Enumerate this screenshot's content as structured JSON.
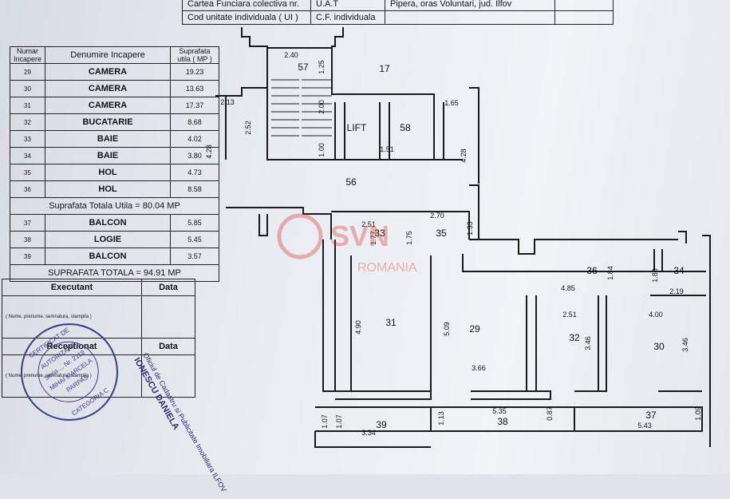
{
  "header": {
    "rows": [
      {
        "left": "Cartea Funciara colectiva nr.",
        "mid": "U.A.T",
        "right": "Pipera, oras Voluntari, jud. Ilfov"
      },
      {
        "left": "Cod unitate individuala ( UI )",
        "mid": "C.F. individuala",
        "right": ""
      }
    ]
  },
  "room_table": {
    "headers": {
      "number": "Numar Incapere",
      "name": "Denumire Incapere",
      "area": "Suprafata utila ( MP )"
    },
    "rows": [
      {
        "number": "29",
        "name": "CAMERA",
        "area": "19.23"
      },
      {
        "number": "30",
        "name": "CAMERA",
        "area": "13.63"
      },
      {
        "number": "31",
        "name": "CAMERA",
        "area": "17.37"
      },
      {
        "number": "32",
        "name": "BUCATARIE",
        "area": "8.68"
      },
      {
        "number": "33",
        "name": "BAIE",
        "area": "4.02"
      },
      {
        "number": "34",
        "name": "BAIE",
        "area": "3.80"
      },
      {
        "number": "35",
        "name": "HOL",
        "area": "4.73"
      },
      {
        "number": "36",
        "name": "HOL",
        "area": "8.58"
      }
    ],
    "total_useful": "Suprafata Totala Utila = 80.04 MP",
    "extra_rows": [
      {
        "number": "37",
        "name": "BALCON",
        "area": "5.85"
      },
      {
        "number": "38",
        "name": "LOGIE",
        "area": "5.45"
      },
      {
        "number": "39",
        "name": "BALCON",
        "area": "3.57"
      }
    ],
    "total": "SUPRAFATA TOTALA = 94.91 MP"
  },
  "signatures": {
    "executant": "Executant",
    "executant_sub": "( Nume, prenume, semnatura, stampila )",
    "receptionat": "Receptionat",
    "receptionat_sub": "( Nume, prenume, semnatura, stampila )",
    "date_label": "Data"
  },
  "stamp": {
    "top": "CERTIFICAT DE",
    "line2": "AUTORIZARE",
    "line3": "Seria ... Nr. 2119",
    "line4": "MIHAI MARCELA",
    "line5": "PARPAS",
    "bottom": "CATEGORIA C",
    "side": "Oficiul de Cadastru si Publicitate Imobiliara ILFOV",
    "name": "IONESCU DANIELA"
  },
  "watermark": {
    "brand": "SVN",
    "sub": "ROMANIA"
  },
  "plan": {
    "rooms": [
      {
        "id": "57",
        "label": "57"
      },
      {
        "id": "17",
        "label": "17"
      },
      {
        "id": "lift",
        "label": "LIFT"
      },
      {
        "id": "58",
        "label": "58"
      },
      {
        "id": "56",
        "label": "56"
      },
      {
        "id": "33",
        "label": "33"
      },
      {
        "id": "35",
        "label": "35"
      },
      {
        "id": "36",
        "label": "36"
      },
      {
        "id": "34",
        "label": "34"
      },
      {
        "id": "31",
        "label": "31"
      },
      {
        "id": "29",
        "label": "29"
      },
      {
        "id": "32",
        "label": "32"
      },
      {
        "id": "30",
        "label": "30"
      },
      {
        "id": "39",
        "label": "39"
      },
      {
        "id": "38",
        "label": "38"
      },
      {
        "id": "37",
        "label": "37"
      }
    ],
    "dimensions": [
      "2.40",
      "1.25",
      "2.13",
      "2.52",
      "2.00",
      "1.00",
      "1.51",
      "1.65",
      "4.28",
      "4.28",
      "2.51",
      "2.70",
      "1.77",
      "1.75",
      "1.33",
      "1.84",
      "1.88",
      "4.85",
      "2.19",
      "4.90",
      "5.09",
      "2.51",
      "4.00",
      "3.46",
      "3.46",
      "3.66",
      "1.07",
      "1.07",
      "3.34",
      "1.13",
      "5.35",
      "0.87",
      "5.43",
      "1.09"
    ]
  }
}
